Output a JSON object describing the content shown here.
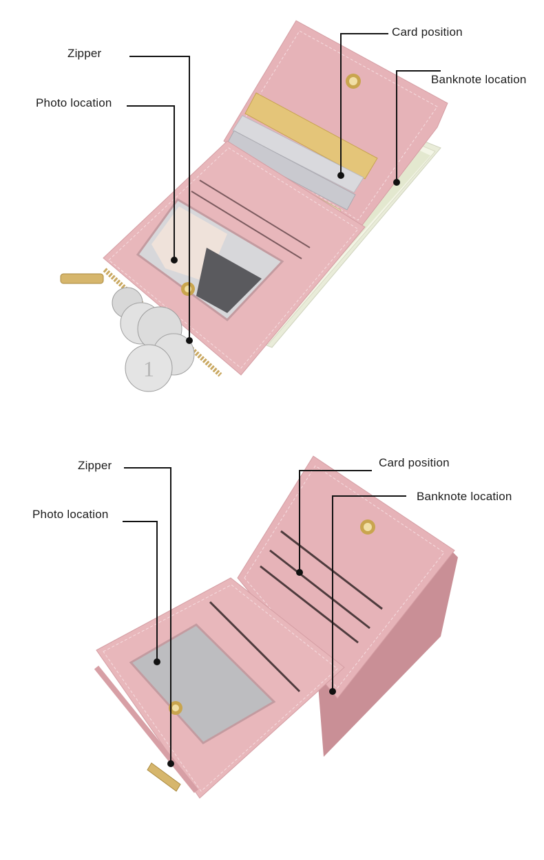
{
  "views": [
    {
      "id": "with-contents",
      "labels": {
        "zipper": "Zipper",
        "photo_location": "Photo location",
        "card_position": "Card position",
        "banknote_location": "Banknote location"
      }
    },
    {
      "id": "empty",
      "labels": {
        "zipper": "Zipper",
        "photo_location": "Photo location",
        "card_position": "Card position",
        "banknote_location": "Banknote location"
      }
    }
  ],
  "colors": {
    "wallet_pink": "#e8b7bb",
    "wallet_pink_dark": "#d9a2a7",
    "stitch": "#f6dde0",
    "snap_gold": "#d4b15a",
    "zipper_gold": "#c9a861",
    "coin_silver": "#d8d8d8",
    "banknote": "#ecefdc",
    "leader_line": "#111111"
  },
  "icons": [
    "wallet-photo",
    "snap-button-icon",
    "zipper-pull-icon",
    "coin-icon",
    "card-icon",
    "banknote-icon"
  ]
}
